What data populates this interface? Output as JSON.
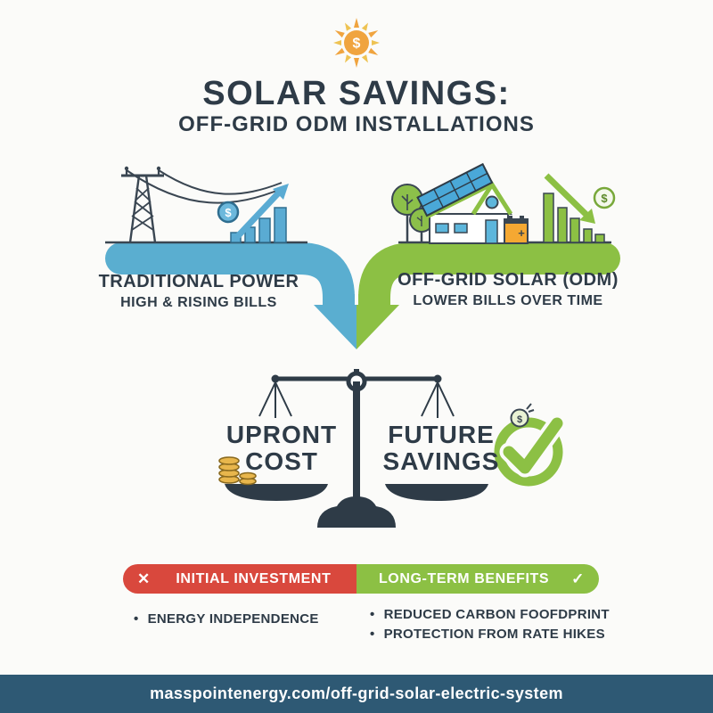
{
  "header": {
    "title": "SOLAR SAVINGS:",
    "subtitle": "OFF-GRID ODM INSTALLATIONS"
  },
  "left_path": {
    "label": "TRADITIONAL POWER",
    "sublabel": "HIGH & RISING BILLS"
  },
  "right_path": {
    "label": "OFF-GRID SOLAR (ODM)",
    "sublabel": "LOWER BILLS OVER TIME"
  },
  "scale": {
    "left_line1": "UPRONT",
    "left_line2": "COST",
    "right_line1": "FUTURE",
    "right_line2": "SAVINGS"
  },
  "banner": {
    "left_label": "INITIAL INVESTMENT",
    "right_label": "LONG-TERM BENEFITS"
  },
  "bullets": {
    "left": [
      "ENERGY INDEPENDENCE"
    ],
    "right": [
      "REDUCED CARBON FOOFDPRINT",
      "PROTECTION FROM RATE HIKES"
    ],
    "marker": "•"
  },
  "footer": {
    "url": "masspointenergy.com/off-grid-solar-electric-system"
  },
  "icons": {
    "dollar": "$",
    "plus": "+",
    "x": "✕",
    "check": "✓"
  },
  "colors": {
    "blue": "#5aaed0",
    "green": "#8cc044",
    "navy": "#2e3b47",
    "red": "#d9483d",
    "orange": "#f2a53c",
    "gold": "#e8b64c",
    "panel_blue": "#4aa8d8",
    "footer_bg": "#2e5974"
  }
}
